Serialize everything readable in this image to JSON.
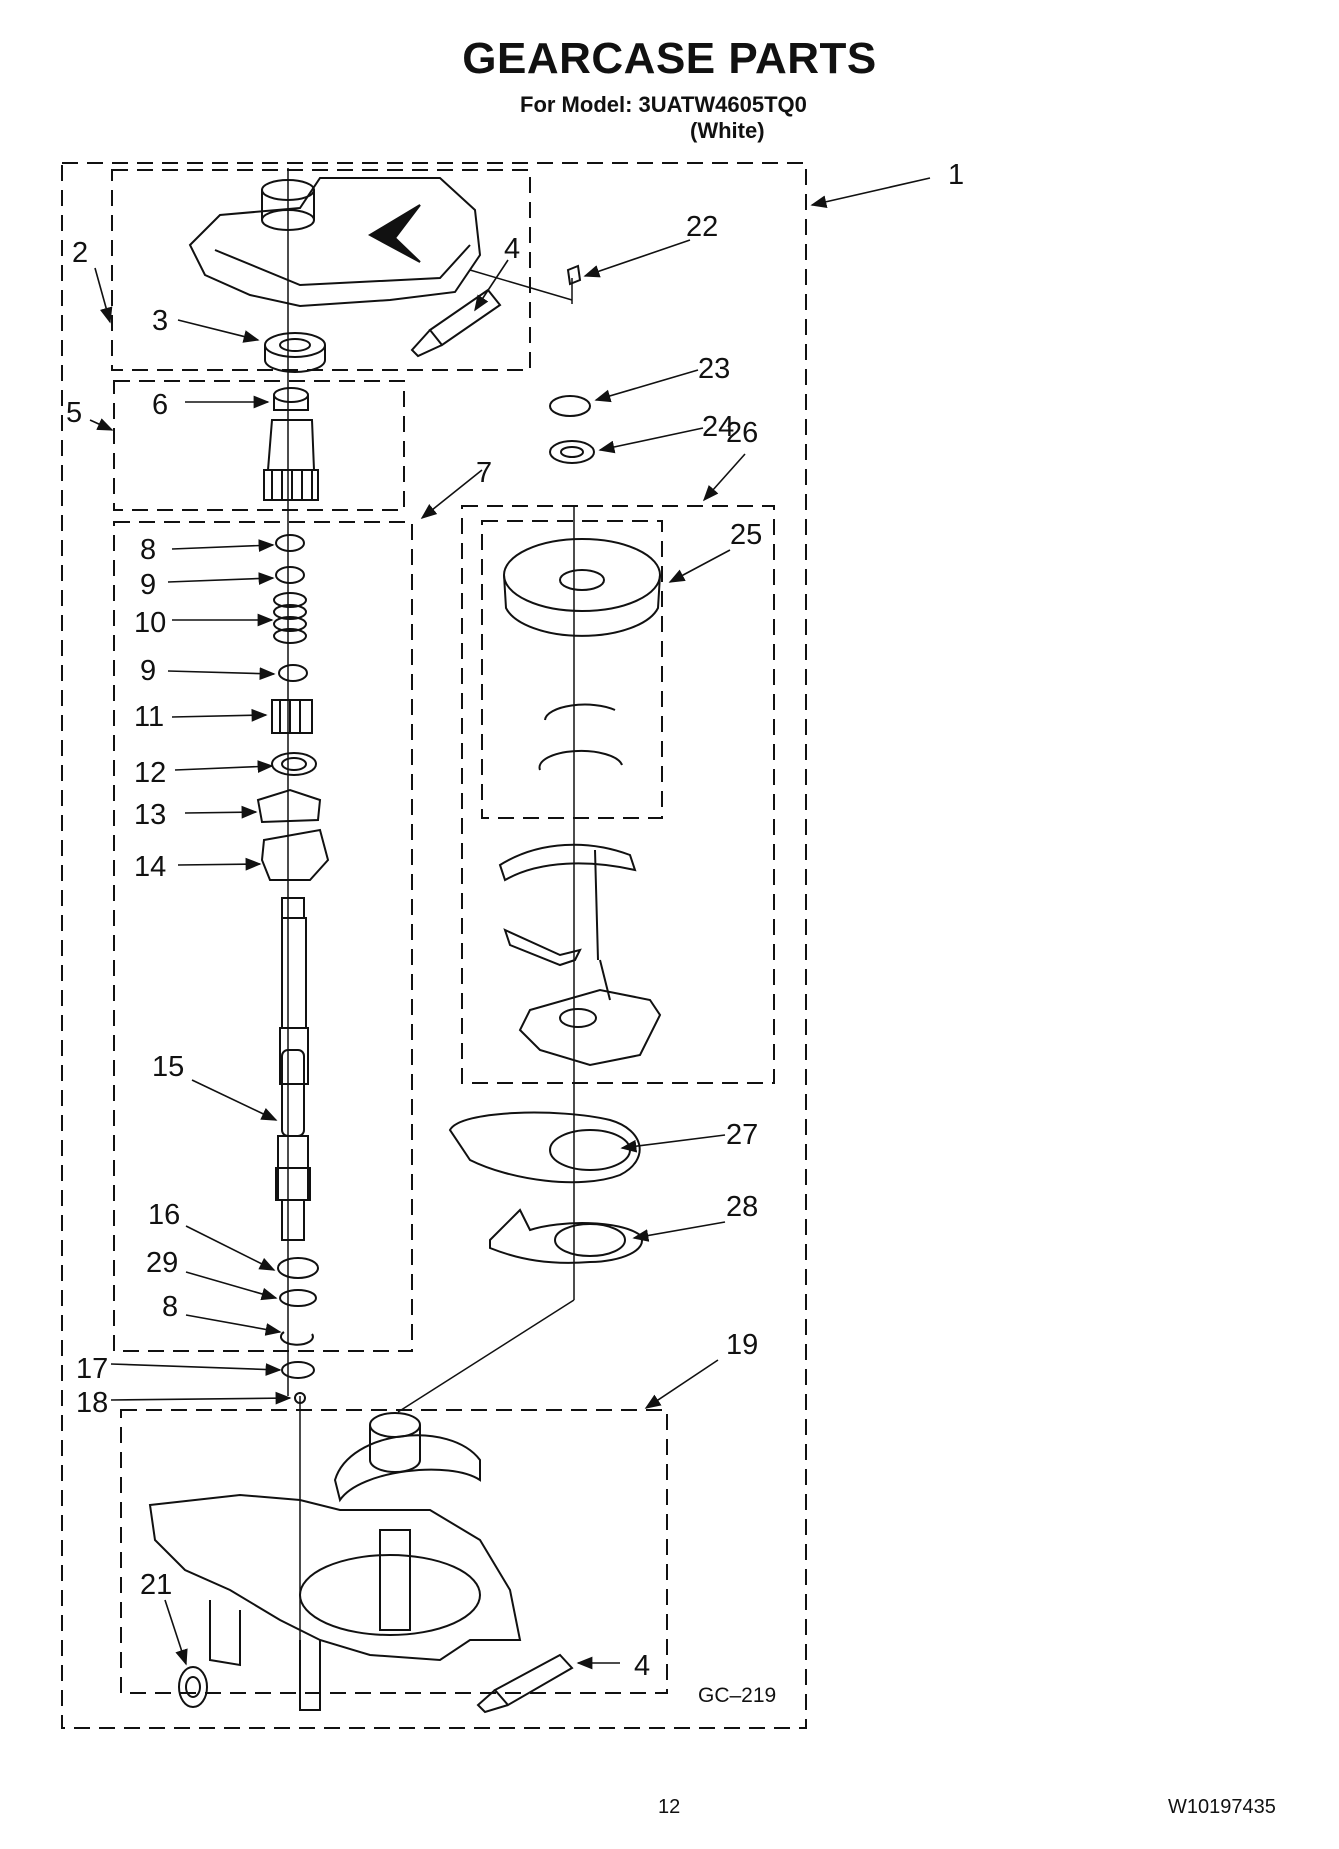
{
  "header": {
    "title": "GEARCASE PARTS",
    "model_line": "For Model: 3UATW4605TQ0",
    "variant": "(White)"
  },
  "diagram": {
    "code": "GC–219",
    "callouts": [
      "1",
      "2",
      "22",
      "3",
      "4",
      "5",
      "6",
      "23",
      "24",
      "26",
      "7",
      "8",
      "9",
      "10",
      "25",
      "9",
      "11",
      "12",
      "13",
      "14",
      "15",
      "27",
      "28",
      "16",
      "29",
      "8",
      "19",
      "17",
      "18",
      "21",
      "4"
    ]
  },
  "footer": {
    "page_number": "12",
    "doc_number": "W10197435"
  }
}
